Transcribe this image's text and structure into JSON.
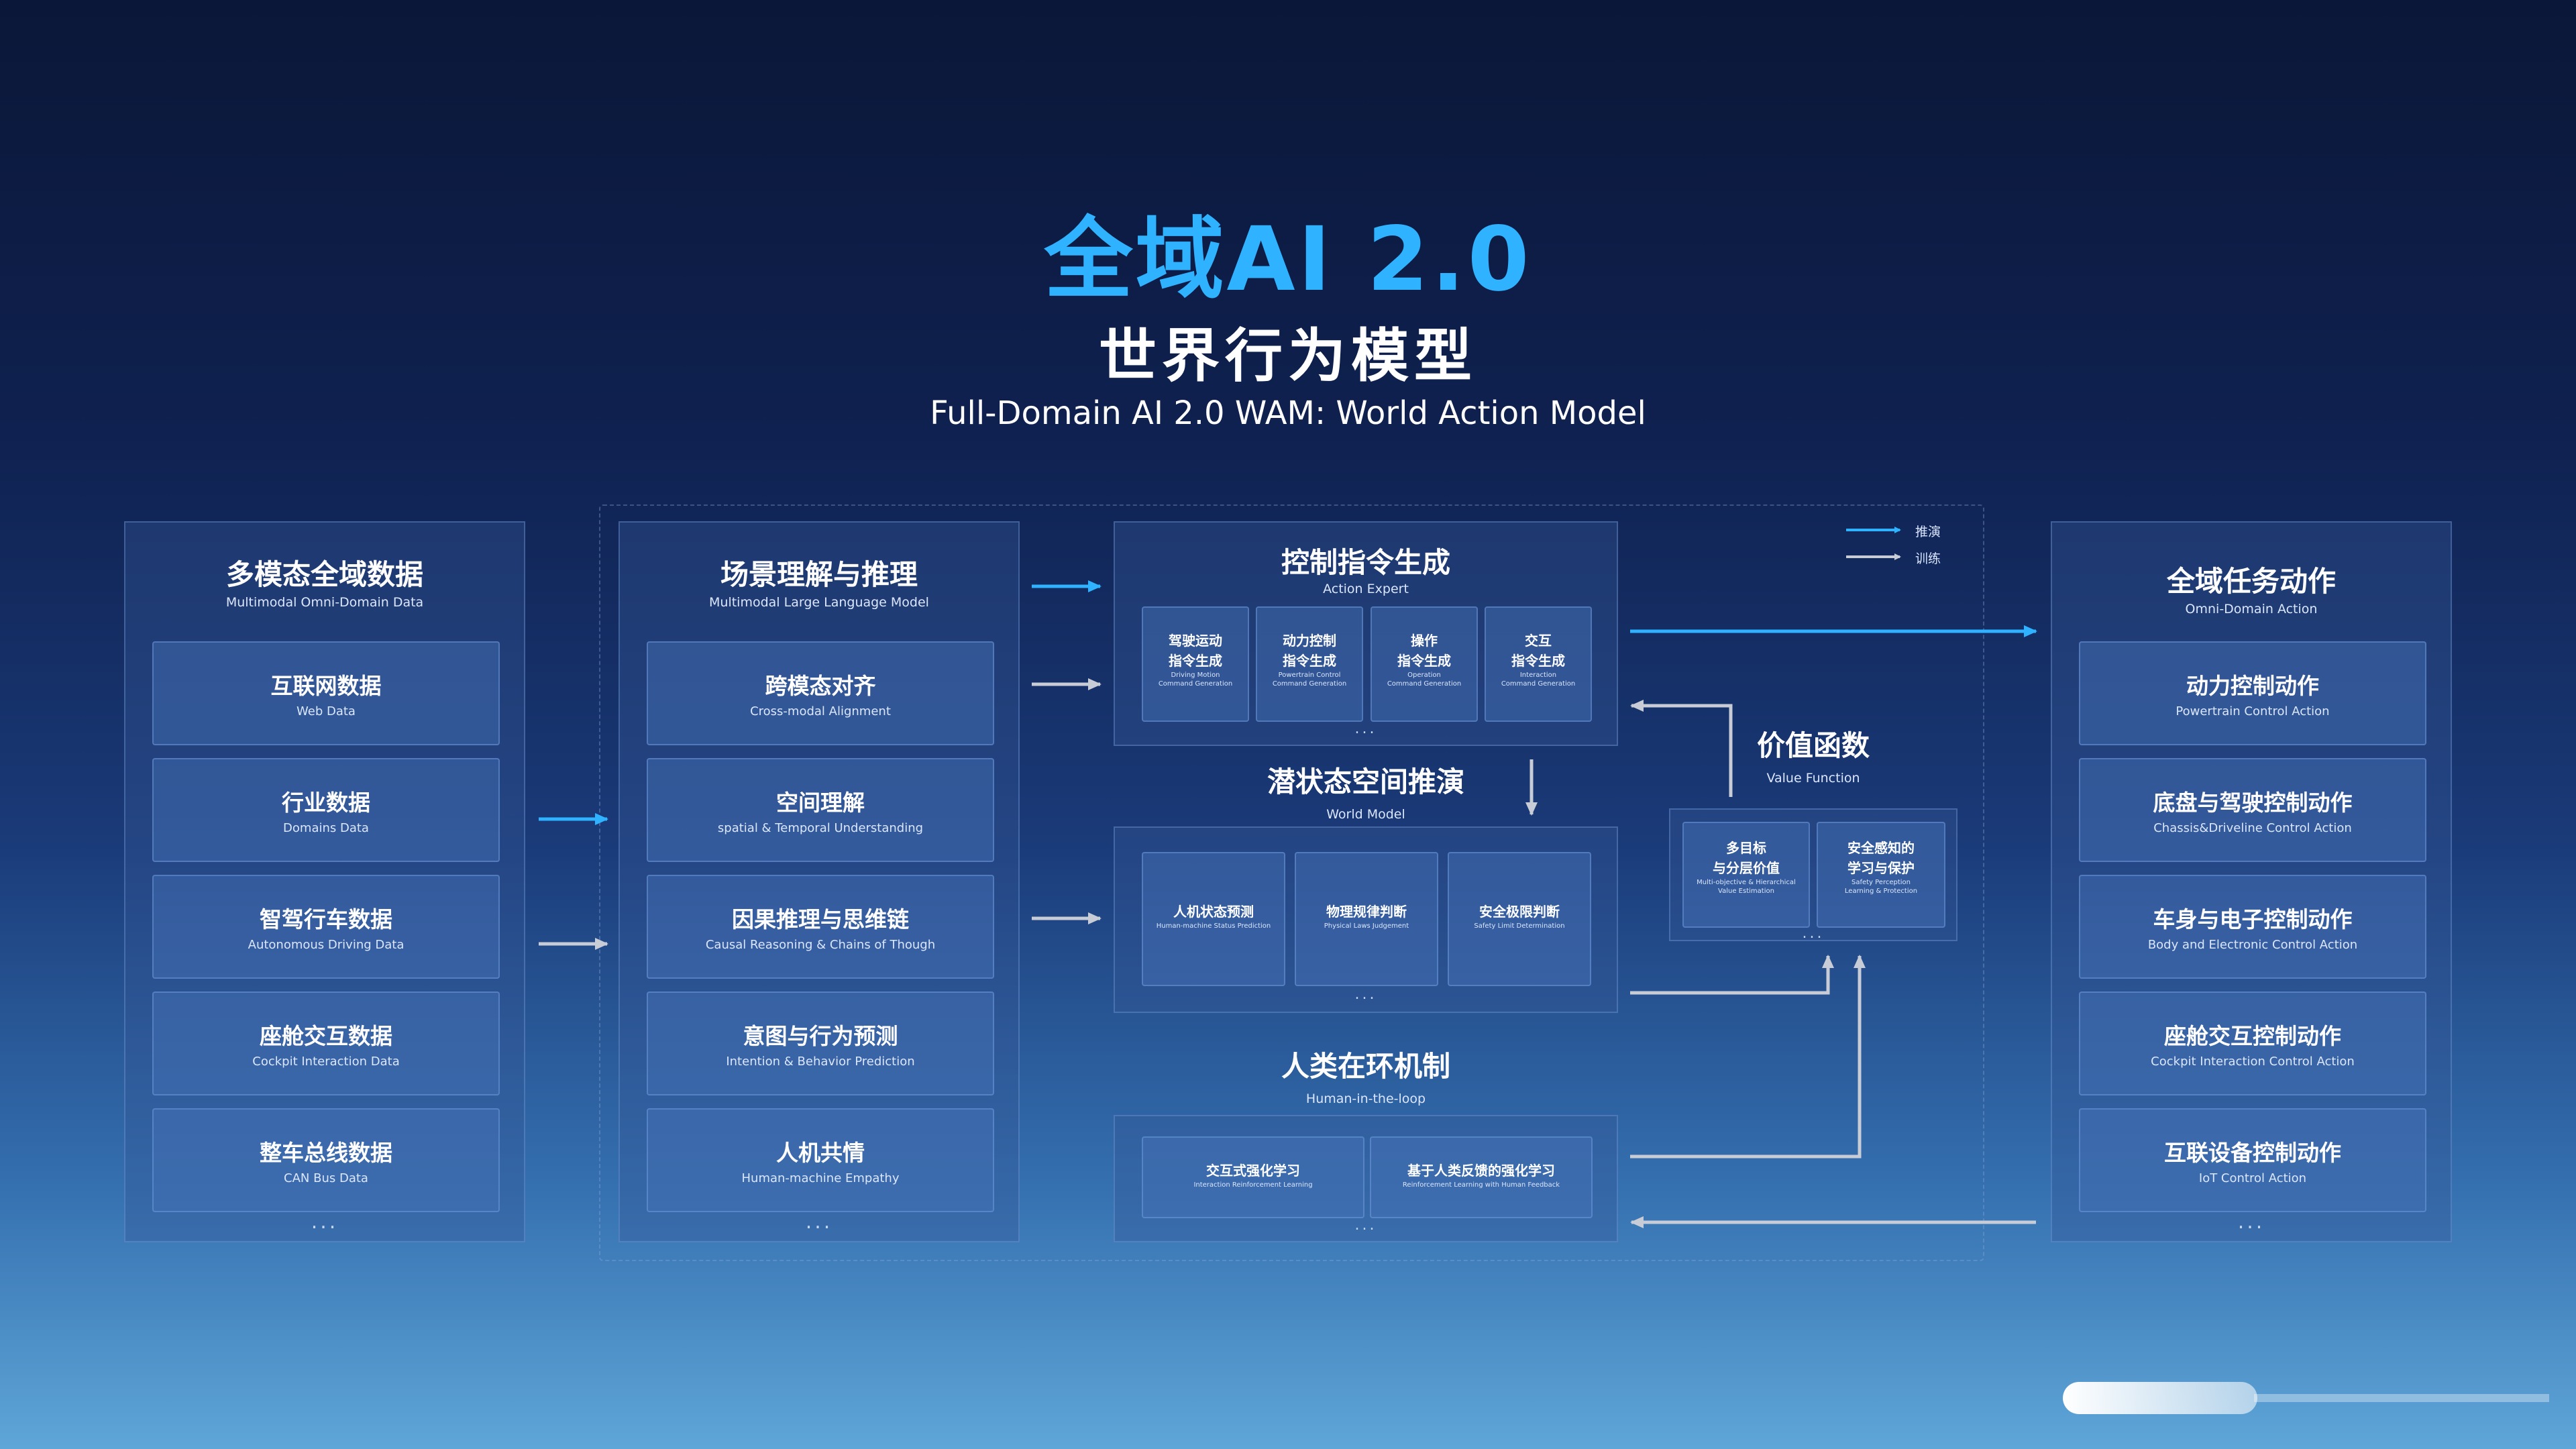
{
  "header": {
    "title": "全域AI 2.0",
    "subtitle_cn": "世界行为模型",
    "subtitle_en": "Full-Domain AI 2.0  WAM: World Action Model"
  },
  "legend": {
    "inference": "推演",
    "training": "训练"
  },
  "data_panel": {
    "title": "多模态全域数据",
    "subtitle": "Multimodal Omni-Domain Data",
    "items": [
      {
        "cn": "互联网数据",
        "en": "Web Data"
      },
      {
        "cn": "行业数据",
        "en": "Domains Data"
      },
      {
        "cn": "智驾行车数据",
        "en": "Autonomous Driving Data"
      },
      {
        "cn": "座舱交互数据",
        "en": "Cockpit Interaction Data"
      },
      {
        "cn": "整车总线数据",
        "en": "CAN Bus Data"
      }
    ],
    "more": "..."
  },
  "mllm_panel": {
    "title": "场景理解与推理",
    "subtitle": "Multimodal Large Language Model",
    "items": [
      {
        "cn": "跨模态对齐",
        "en": "Cross-modal Alignment"
      },
      {
        "cn": "空间理解",
        "en": "spatial & Temporal Understanding"
      },
      {
        "cn": "因果推理与思维链",
        "en": "Causal Reasoning & Chains of Though"
      },
      {
        "cn": "意图与行为预测",
        "en": "Intention & Behavior Prediction"
      },
      {
        "cn": "人机共情",
        "en": "Human-machine Empathy"
      }
    ],
    "more": "..."
  },
  "action_expert": {
    "title": "控制指令生成",
    "subtitle": "Action Expert",
    "items": [
      {
        "cn1": "驾驶运动",
        "cn2": "指令生成",
        "en1": "Driving Motion",
        "en2": "Command Generation"
      },
      {
        "cn1": "动力控制",
        "cn2": "指令生成",
        "en1": "Powertrain Control",
        "en2": "Command Generation"
      },
      {
        "cn1": "操作",
        "cn2": "指令生成",
        "en1": "Operation",
        "en2": "Command Generation"
      },
      {
        "cn1": "交互",
        "cn2": "指令生成",
        "en1": "Interaction",
        "en2": "Command Generation"
      }
    ],
    "more": "..."
  },
  "world_model": {
    "title": "潜状态空间推演",
    "subtitle": "World Model",
    "items": [
      {
        "cn": "人机状态预测",
        "en": "Human-machine Status Prediction"
      },
      {
        "cn": "物理规律判断",
        "en": "Physical Laws Judgement"
      },
      {
        "cn": "安全极限判断",
        "en": "Safety Limit Determination"
      }
    ],
    "more": "..."
  },
  "human_loop": {
    "title": "人类在环机制",
    "subtitle": "Human-in-the-loop",
    "items": [
      {
        "cn": "交互式强化学习",
        "en": "Interaction Reinforcement Learning"
      },
      {
        "cn": "基于人类反馈的强化学习",
        "en": "Reinforcement Learning with Human Feedback"
      }
    ],
    "more": "..."
  },
  "value_function": {
    "title": "价值函数",
    "subtitle": "Value Function",
    "items": [
      {
        "cn1": "多目标",
        "cn2": "与分层价值",
        "en1": "Multi-objective & Hierarchical",
        "en2": "Value Estimation"
      },
      {
        "cn1": "安全感知的",
        "cn2": "学习与保护",
        "en1": "Safety Perception",
        "en2": "Learning & Protection"
      }
    ],
    "more": "..."
  },
  "action_panel": {
    "title": "全域任务动作",
    "subtitle": "Omni-Domain Action",
    "items": [
      {
        "cn": "动力控制动作",
        "en": "Powertrain Control Action"
      },
      {
        "cn": "底盘与驾驶控制动作",
        "en": "Chassis&Driveline Control Action"
      },
      {
        "cn": "车身与电子控制动作",
        "en": "Body and Electronic Control Action"
      },
      {
        "cn": "座舱交互控制动作",
        "en": "Cockpit Interaction Control Action"
      },
      {
        "cn": "互联设备控制动作",
        "en": "IoT Control Action"
      }
    ],
    "more": "..."
  },
  "colors": {
    "inference": "#2fb2ff",
    "training": "#c8ccd6",
    "title_accent": "#2fb2ff"
  }
}
